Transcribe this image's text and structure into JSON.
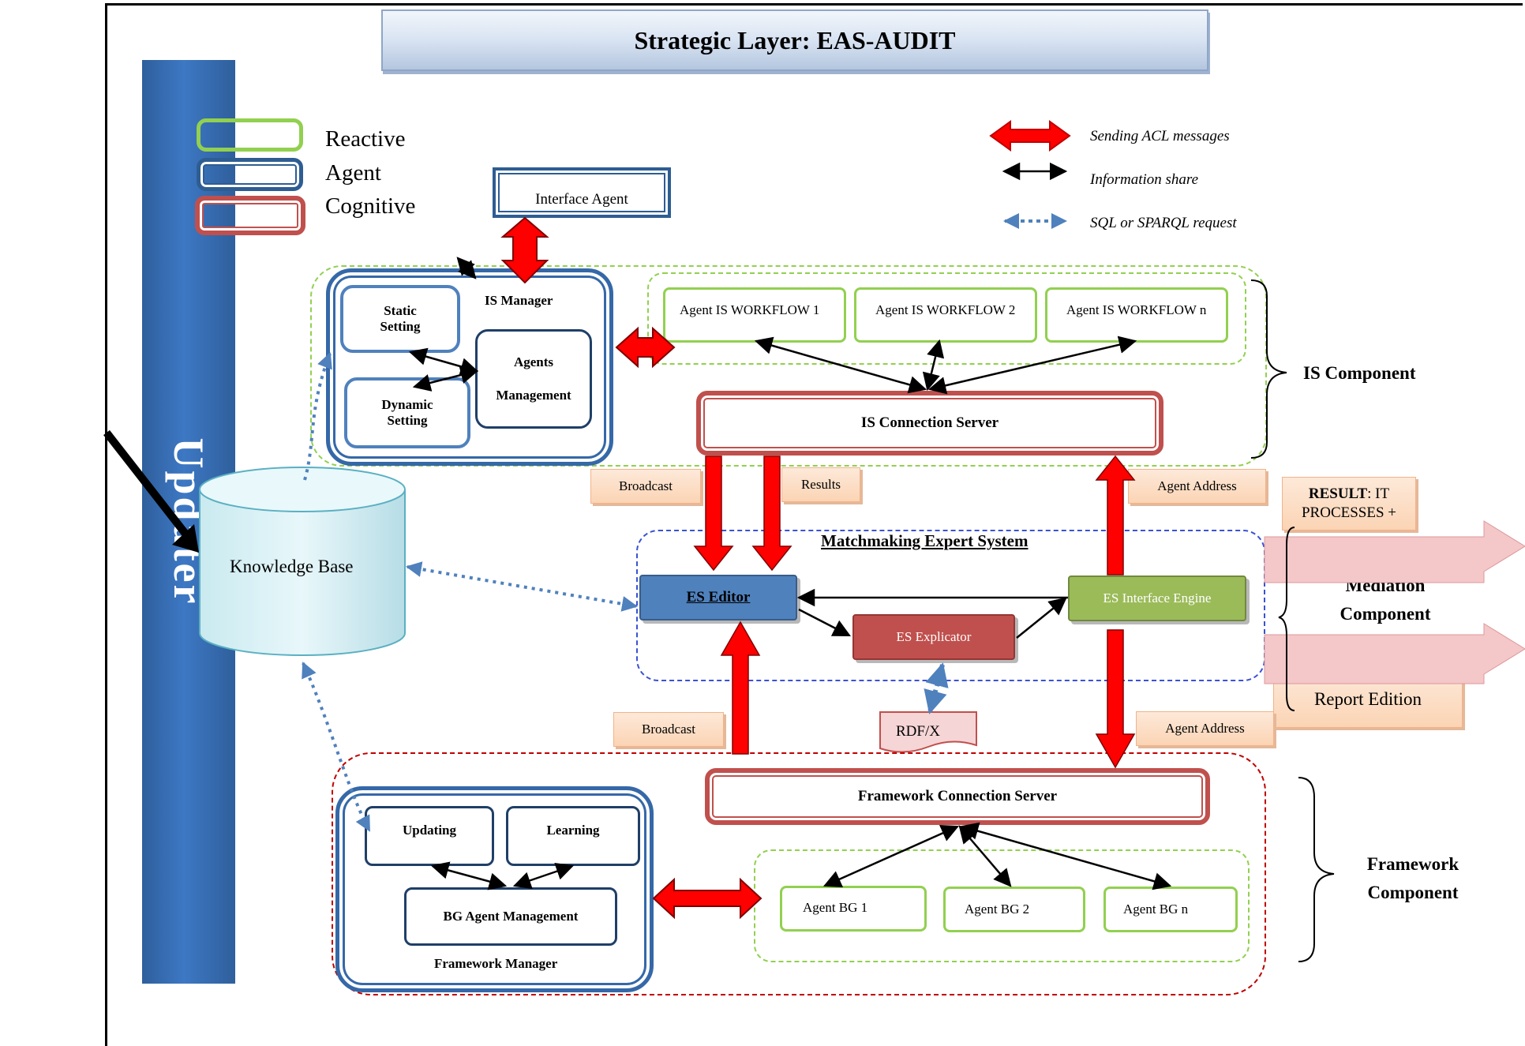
{
  "sidebar": {
    "label": "Updater"
  },
  "title": "Strategic Layer: EAS-AUDIT",
  "legend_types": {
    "reactive": "Reactive",
    "agent": "Agent",
    "cognitive": "Cognitive"
  },
  "legend_arrows": {
    "acl": "Sending ACL messages",
    "info": "Information share",
    "sql": "SQL or SPARQL request"
  },
  "interface_agent": "Interface Agent",
  "is_manager": {
    "title": "IS Manager",
    "static": "Static Setting",
    "dynamic": "Dynamic Setting",
    "agents_mgmt": "Agents Management"
  },
  "workflows": [
    "Agent IS WORKFLOW 1",
    "Agent IS WORKFLOW 2",
    "Agent IS WORKFLOW n"
  ],
  "is_connection_server": "IS Connection Server",
  "is_component": "IS Component",
  "knowledge_base": "Knowledge Base",
  "labels": {
    "broadcast_top": "Broadcast",
    "results": "Results",
    "agent_address_top": "Agent  Address",
    "broadcast_bottom": "Broadcast",
    "agent_address_bottom": "Agent  Address",
    "rdf": "RDF/X"
  },
  "result_box": {
    "bold": "RESULT",
    "rest": ": IT PROCESSES +"
  },
  "report_edition": "Report Edition",
  "expert_system": {
    "title": "Matchmaking Expert System",
    "editor": "ES Editor",
    "explicator": "ES Explicator",
    "interface_engine": "ES Interface Engine"
  },
  "mediation_component": "Mediation Component",
  "framework_connection_server": "Framework Connection Server",
  "framework_manager": {
    "title": "Framework  Manager",
    "updating": "Updating",
    "learning": "Learning",
    "bg_mgmt": "BG Agent Management"
  },
  "bg_agents": [
    "Agent BG 1",
    "Agent BG 2",
    "Agent BG n"
  ],
  "framework_component": "Framework Component",
  "colors": {
    "reactive": "#92d050",
    "agent": "#2e5d92",
    "cognitive": "#c0504d",
    "arrow_red": "#ff0000",
    "sql_blue": "#4f81bd"
  }
}
